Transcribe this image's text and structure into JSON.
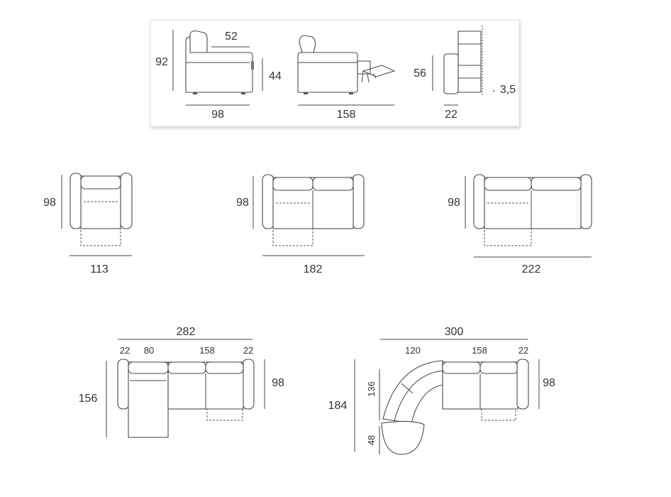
{
  "colors": {
    "line": "#444444",
    "text": "#333333",
    "panel_shadow": "#bbbbbb"
  },
  "side_views": {
    "armchair": {
      "height": "92",
      "back_depth": "52",
      "seat_height": "44",
      "depth": "98"
    },
    "reclined": {
      "depth": "158"
    },
    "arm_profile": {
      "height": "56",
      "arm_width": "22",
      "offset": "3,5"
    }
  },
  "modules": {
    "armchair": {
      "depth": "98",
      "width": "113"
    },
    "two_seater": {
      "depth": "98",
      "width": "182"
    },
    "three_seater": {
      "depth": "98",
      "width": "222"
    }
  },
  "chaise_sofa": {
    "total_width": "282",
    "arm_left": "22",
    "chaise_seat": "80",
    "seats": "158",
    "arm_right": "22",
    "total_depth": "156",
    "depth": "98"
  },
  "corner_sofa": {
    "total_width": "300",
    "corner_width": "120",
    "seats": "158",
    "arm_right": "22",
    "total_depth": "184",
    "corner_arc": "136",
    "corner_bottom": "48",
    "depth": "98"
  }
}
